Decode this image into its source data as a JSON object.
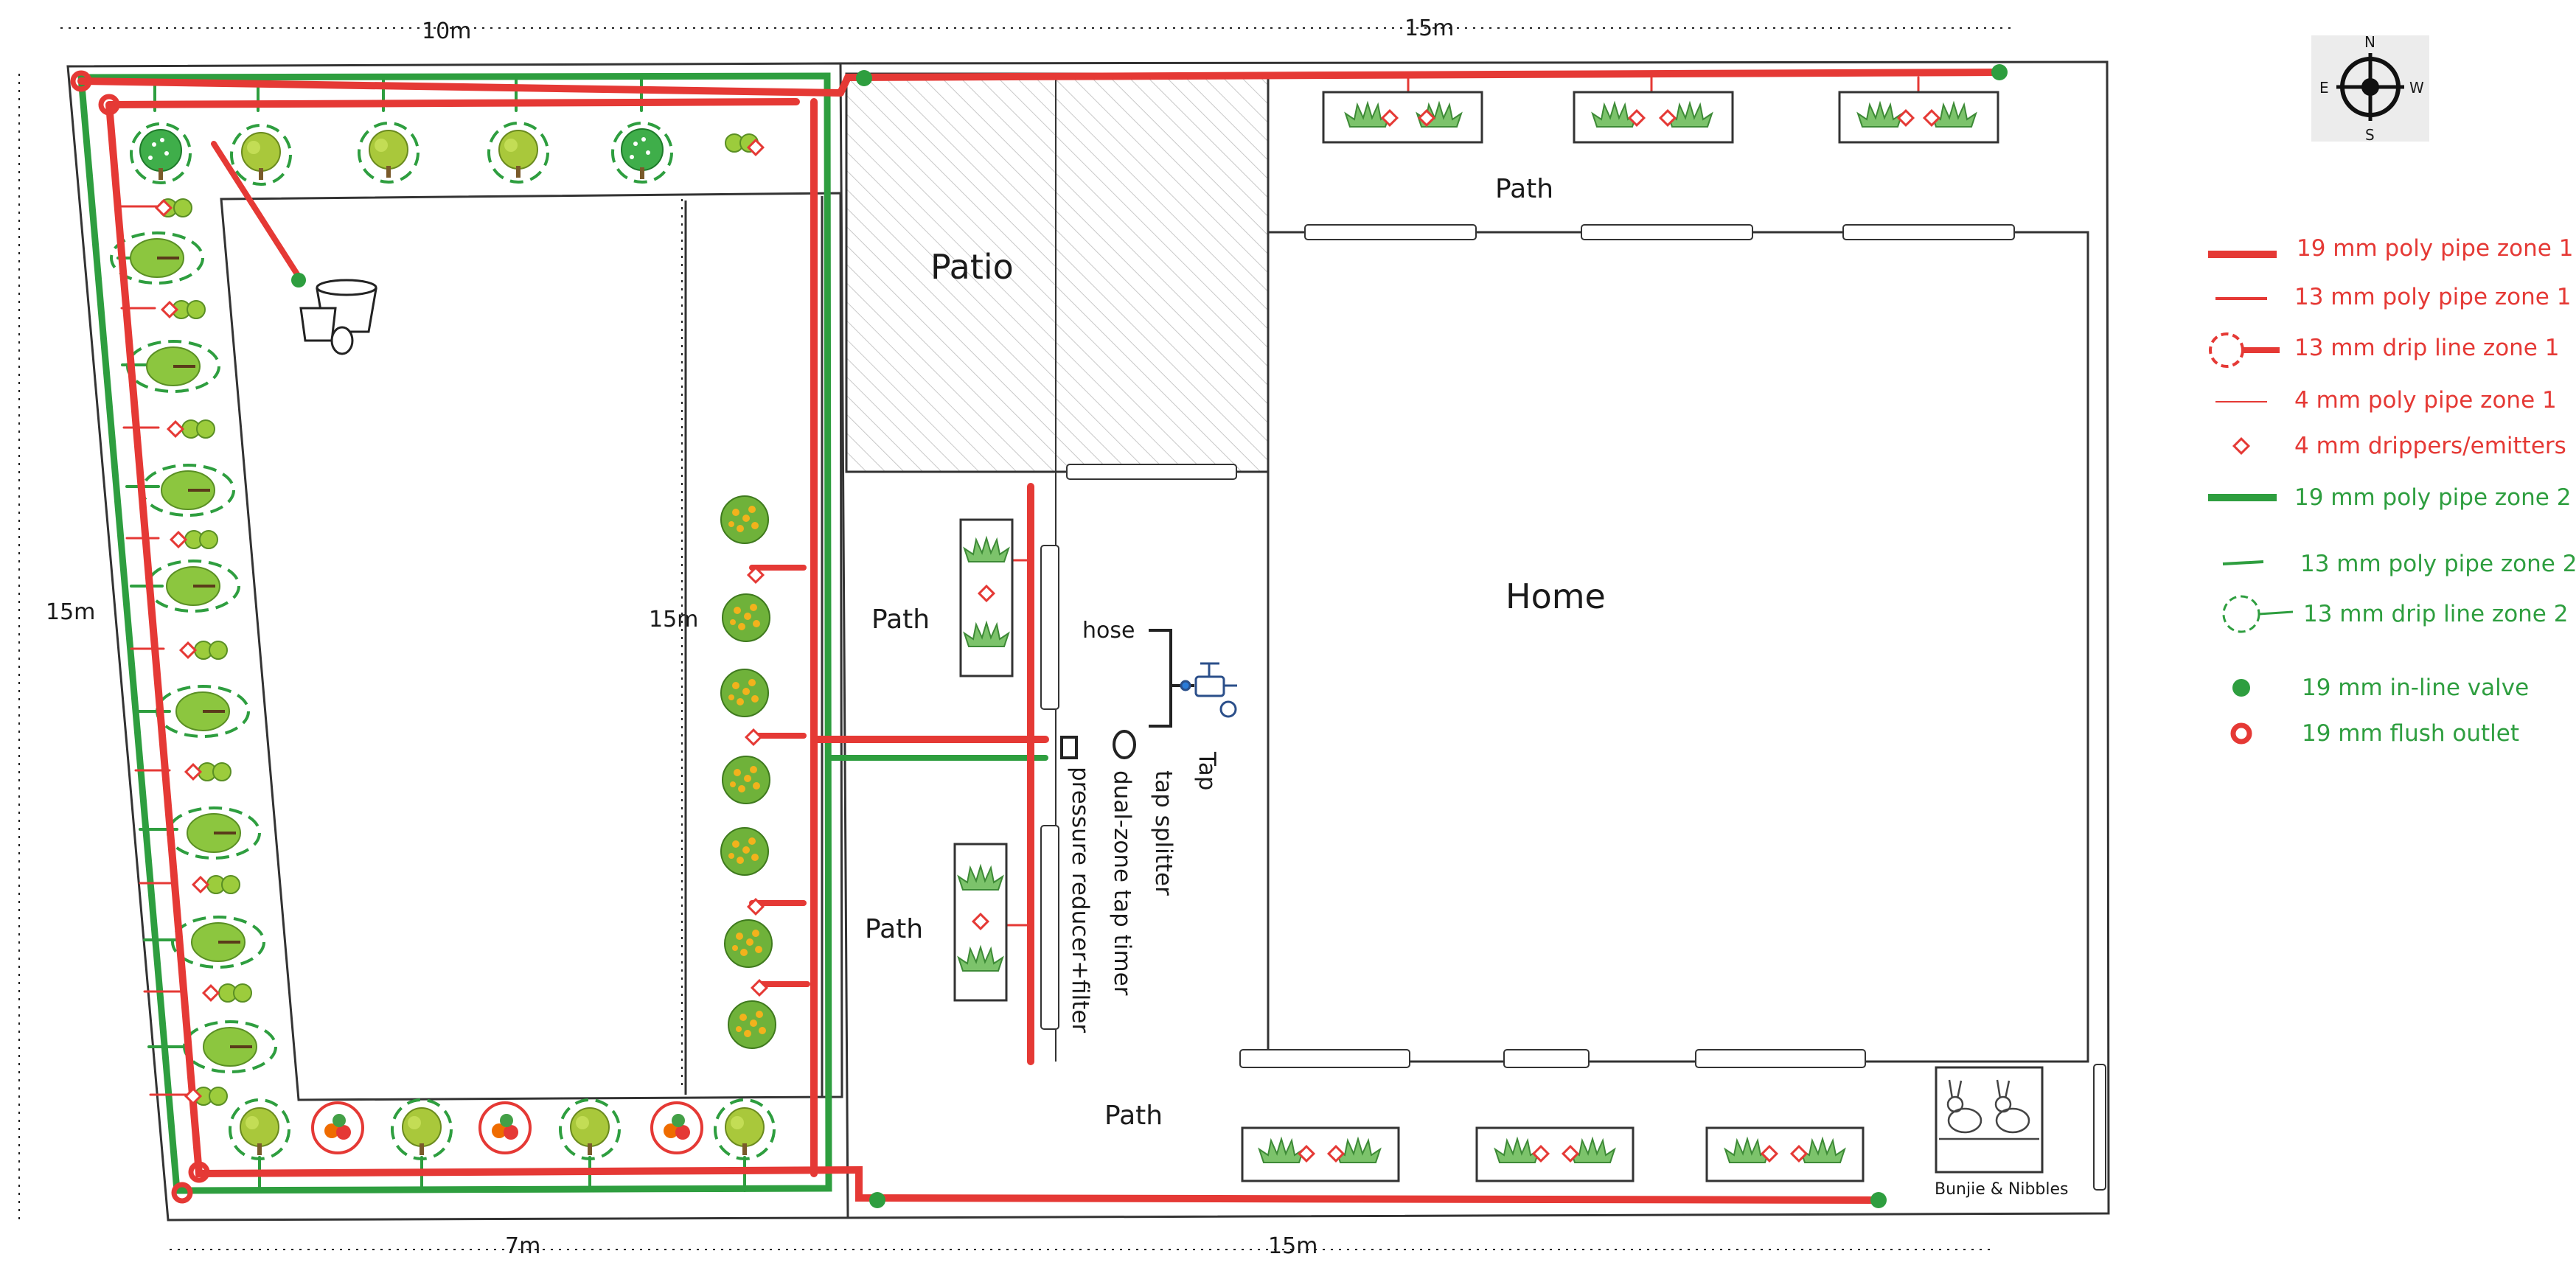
{
  "dimensions": {
    "top_left": "10m",
    "top_right": "15m",
    "left": "15m",
    "inner": "15m",
    "bottom_left": "7m",
    "bottom_right": "15m"
  },
  "areas": {
    "patio": "Patio",
    "home": "Home",
    "path_top": "Path",
    "path_left_upper": "Path",
    "path_left_lower": "Path",
    "path_bottom": "Path",
    "pets": "Bunjie & Nibbles"
  },
  "fixtures": {
    "hose": "hose",
    "tap": "Tap",
    "tap_splitter": "tap splitter",
    "dual_zone_timer": "dual-zone tap timer",
    "pressure_reducer": "pressure reducer+filter"
  },
  "compass": {
    "n": "N",
    "s": "S",
    "e": "E",
    "w": "W"
  },
  "legend": [
    {
      "label": "19 mm poly pipe zone 1",
      "icon": "thick-red-line",
      "color": "#e53935"
    },
    {
      "label": "13 mm poly pipe zone 1",
      "icon": "medium-red-line",
      "color": "#e53935"
    },
    {
      "label": "13 mm drip line zone 1",
      "icon": "red-dashed-ring",
      "color": "#e53935"
    },
    {
      "label": "4 mm poly pipe zone 1",
      "icon": "thin-red-line",
      "color": "#e53935"
    },
    {
      "label": "4 mm drippers/emitters",
      "icon": "red-diamond",
      "color": "#e53935"
    },
    {
      "label": "19 mm poly pipe zone 2",
      "icon": "thick-green-line",
      "color": "#2e9e3f"
    },
    {
      "label": "13 mm poly pipe zone 2",
      "icon": "medium-green-line",
      "color": "#2e9e3f"
    },
    {
      "label": "13 mm drip line zone 2",
      "icon": "green-dashed-ring",
      "color": "#2e9e3f"
    },
    {
      "label": "19 mm in-line valve",
      "icon": "green-valve",
      "color": "#2e9e3f"
    },
    {
      "label": "19 mm flush outlet",
      "icon": "red-flush-outlet",
      "color": "#e53935"
    }
  ],
  "colors": {
    "zone1": "#e53935",
    "zone2": "#2e9e3f",
    "outline": "#333333",
    "hatch": "#9e9e9e"
  }
}
